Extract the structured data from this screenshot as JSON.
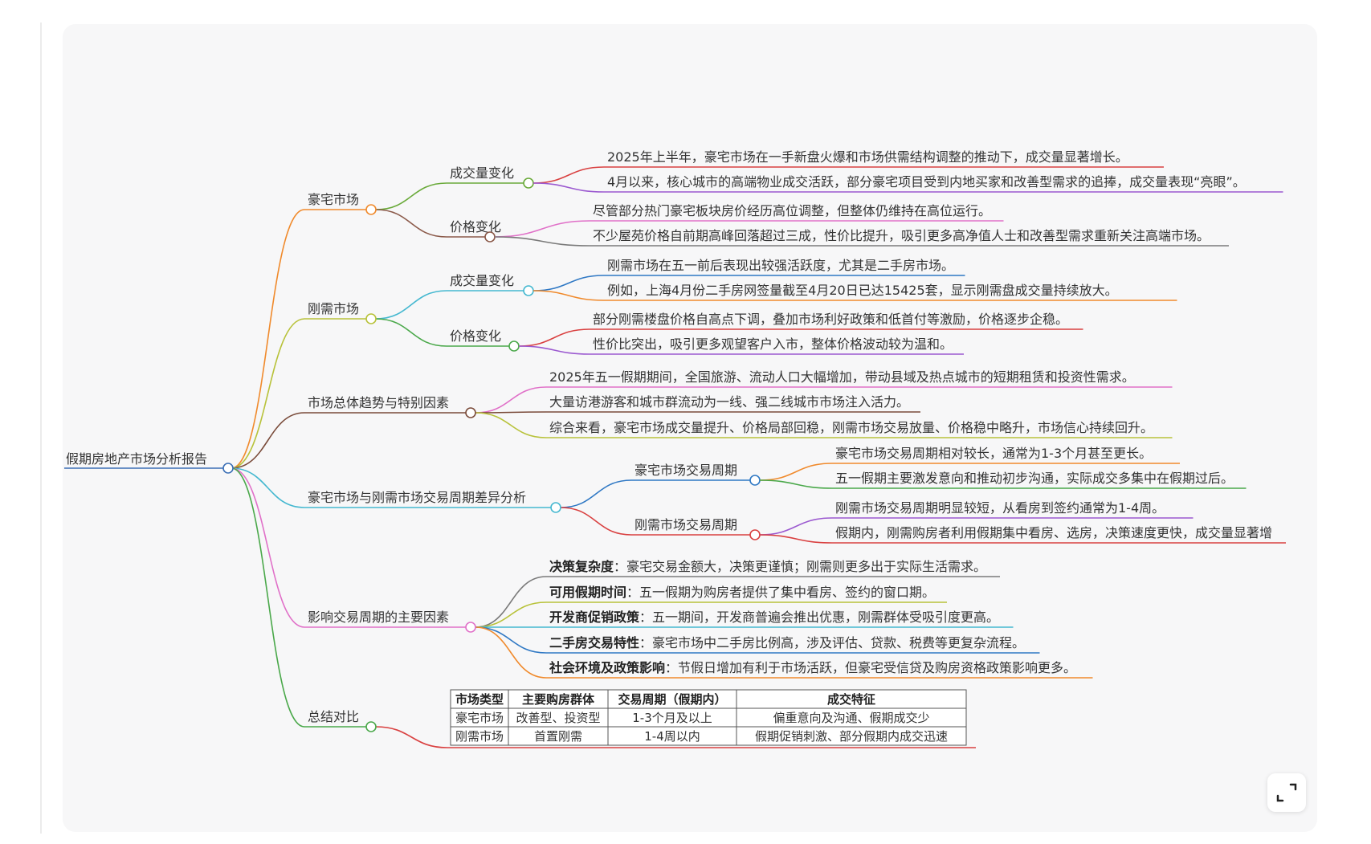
{
  "root": {
    "label": "假期房地产市场分析报告"
  },
  "branches": [
    {
      "label": "豪宅市场",
      "children": [
        {
          "label": "成交量变化",
          "leaves": [
            "2025年上半年，豪宅市场在一手新盘火爆和市场供需结构调整的推动下，成交量显著增长。",
            "4月以来，核心城市的高端物业成交活跃，部分豪宅项目受到内地买家和改善型需求的追捧，成交量表现“亮眼”。"
          ]
        },
        {
          "label": "价格变化",
          "leaves": [
            "尽管部分热门豪宅板块房价经历高位调整，但整体仍维持在高位运行。",
            "不少屋苑价格自前期高峰回落超过三成，性价比提升，吸引更多高净值人士和改善型需求重新关注高端市场。"
          ]
        }
      ]
    },
    {
      "label": "刚需市场",
      "children": [
        {
          "label": "成交量变化",
          "leaves": [
            "刚需市场在五一前后表现出较强活跃度，尤其是二手房市场。",
            "例如，上海4月份二手房网签量截至4月20日已达15425套，显示刚需盘成交量持续放大。"
          ]
        },
        {
          "label": "价格变化",
          "leaves": [
            "部分刚需楼盘价格自高点下调，叠加市场利好政策和低首付等激励，价格逐步企稳。",
            "性价比突出，吸引更多观望客户入市，整体价格波动较为温和。"
          ]
        }
      ]
    },
    {
      "label": "市场总体趋势与特别因素",
      "leaves": [
        "2025年五一假期期间，全国旅游、流动人口大幅增加，带动县域及热点城市的短期租赁和投资性需求。",
        "大量访港游客和城市群流动为一线、强二线城市市场注入活力。",
        "综合来看，豪宅市场成交量提升、价格局部回稳，刚需市场交易放量、价格稳中略升，市场信心持续回升。"
      ]
    },
    {
      "label": "豪宅市场与刚需市场交易周期差异分析",
      "children": [
        {
          "label": "豪宅市场交易周期",
          "leaves": [
            "豪宅市场交易周期相对较长，通常为1-3个月甚至更长。",
            "五一假期主要激发意向和推动初步沟通，实际成交多集中在假期过后。"
          ]
        },
        {
          "label": "刚需市场交易周期",
          "leaves": [
            "刚需市场交易周期明显较短，从看房到签约通常为1-4周。",
            "假期内，刚需购房者利用假期集中看房、选房，决策速度更快，成交量显著增"
          ]
        }
      ]
    },
    {
      "label": "影响交易周期的主要因素",
      "factors": [
        {
          "term": "决策复杂度",
          "desc": "：豪宅交易金额大，决策更谨慎；刚需则更多出于实际生活需求。"
        },
        {
          "term": "可用假期时间",
          "desc": "：五一假期为购房者提供了集中看房、签约的窗口期。"
        },
        {
          "term": "开发商促销政策",
          "desc": "：五一期间，开发商普遍会推出优惠，刚需群体受吸引度更高。"
        },
        {
          "term": "二手房交易特性",
          "desc": "：豪宅市场中二手房比例高，涉及评估、贷款、税费等更复杂流程。"
        },
        {
          "term": "社会环境及政策影响",
          "desc": "：节假日增加有利于市场活跃，但豪宅受信贷及购房资格政策影响更多。"
        }
      ]
    },
    {
      "label": "总结对比",
      "table": {
        "headers": [
          "市场类型",
          "主要购房群体",
          "交易周期（假期内）",
          "成交特征"
        ],
        "rows": [
          [
            "豪宅市场",
            "改善型、投资型",
            "1-3个月及以上",
            "偏重意向及沟通、假期成交少"
          ],
          [
            "刚需市场",
            "首置刚需",
            "1-4周以内",
            "假期促销刺激、部分假期内成交迅速"
          ]
        ]
      }
    }
  ],
  "colors": {
    "root": "#3b6fb6",
    "branch_luxury": "#f08a2c",
    "branch_rigid": "#b8c23a",
    "branch_trend": "#7a4b3a",
    "branch_cycle": "#45b8d0",
    "branch_factors": "#e070c8",
    "branch_summary": "#4aa84a"
  },
  "icons": {
    "expand": "expand-icon"
  }
}
